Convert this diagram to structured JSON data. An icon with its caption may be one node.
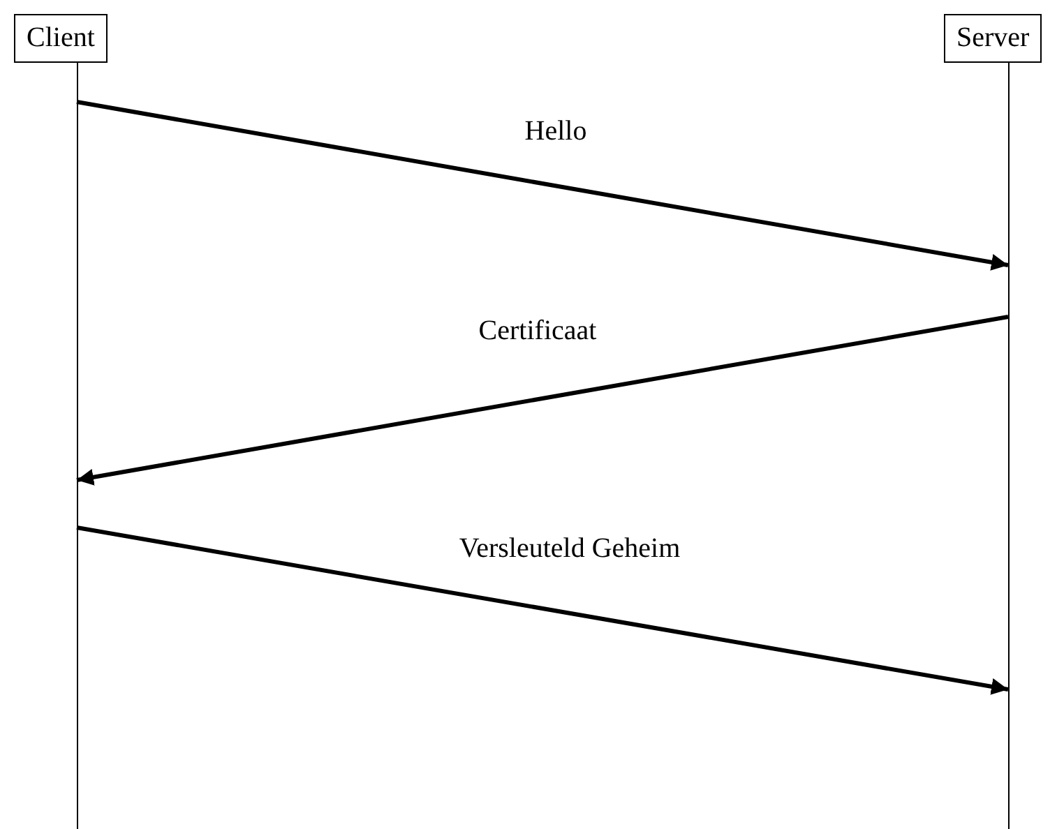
{
  "diagram": {
    "nodes": [
      {
        "text": [
          "Client"
        ]
      },
      {
        "text": [
          "Server"
        ]
      }
    ],
    "edges": [
      {
        "from": 0,
        "to": 1,
        "arrow": "to",
        "label": "Hello"
      },
      {
        "from": 1,
        "to": 0,
        "arrow": "to",
        "label": "Certificaat"
      },
      {
        "from": 0,
        "to": 1,
        "arrow": "to",
        "label": "Versleuteld Geheim"
      }
    ]
  }
}
